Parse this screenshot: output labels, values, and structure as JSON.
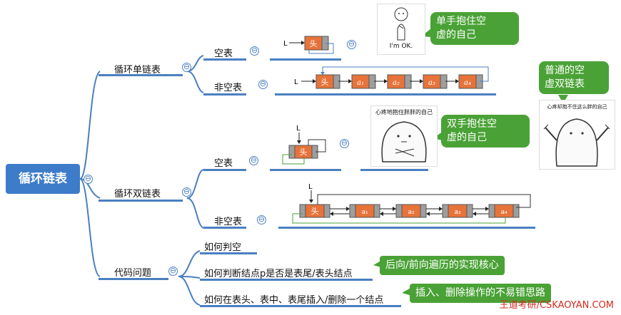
{
  "root": {
    "label": "循环链表"
  },
  "branches": [
    {
      "label": "循环单链表",
      "children": [
        {
          "label": "空表"
        },
        {
          "label": "非空表"
        }
      ]
    },
    {
      "label": "循环双链表",
      "children": [
        {
          "label": "空表"
        },
        {
          "label": "非空表"
        }
      ]
    },
    {
      "label": "代码问题",
      "children": [
        {
          "label": "如何判空"
        },
        {
          "label": "如何判断结点p是否是表尾/表头结点"
        },
        {
          "label": "如何在表头、表中、表尾插入/删除一个结点"
        }
      ]
    }
  ],
  "collapse_symbol": "⊖",
  "diagrams": {
    "pointer_label": "L",
    "head_label": "头",
    "single_nodes": [
      "a₁",
      "a₂",
      "a₃",
      "a₄"
    ],
    "double_nodes": [
      "a₁",
      "a₂",
      "a₃",
      "a₄"
    ]
  },
  "callouts": {
    "single_empty": "单手抱住空\n虚的自己",
    "single_nonempty": "普通的空\n虚双链表",
    "double_empty": "双手抱住空\n虚的自己",
    "judge_end": "后向/前向遍历的实现核心",
    "insert_delete": "插入、删除操作的不易错思路"
  },
  "stickers": {
    "im_ok": "I'm OK.",
    "heartache_self": "心疼地抱住胖胖的自己",
    "heartache_cant": "心疼却抱不住这么胖的自己"
  },
  "footer": {
    "brand": "王道考研/CSKAOYAN.COM"
  },
  "colors": {
    "accent": "#3d7cc9",
    "callout": "#4aa236",
    "node": "#e8733a",
    "brand": "#d42b20"
  }
}
